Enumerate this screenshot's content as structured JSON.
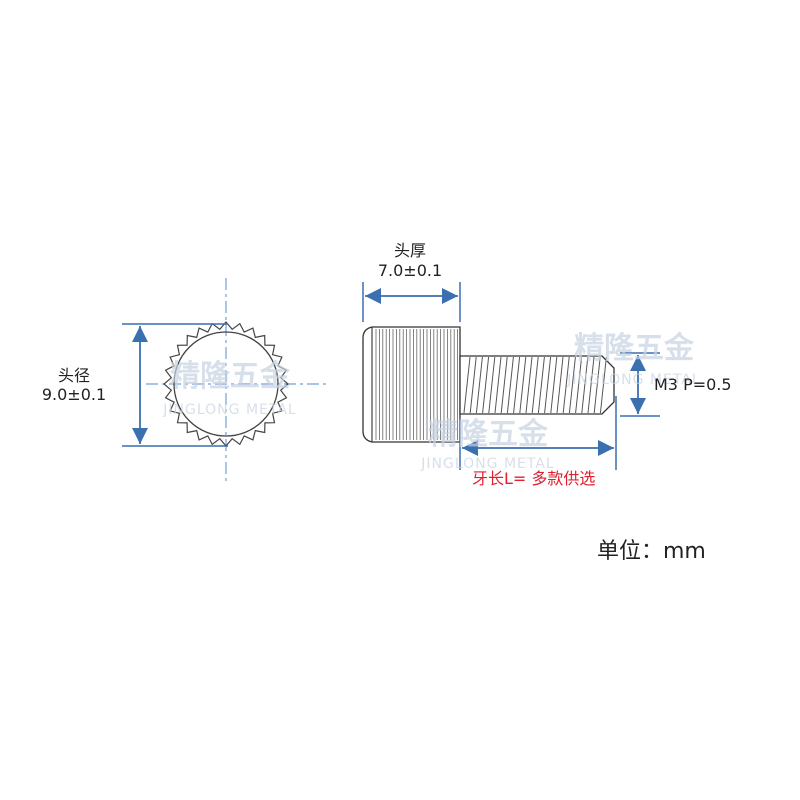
{
  "labels": {
    "head_diameter_title": "头径",
    "head_diameter_value": "9.0±0.1",
    "head_thickness_title": "头厚",
    "head_thickness_value": "7.0±0.1",
    "thread_spec": "M3  P=0.5",
    "thread_length": "牙长L= 多款供选",
    "unit": "单位：mm"
  },
  "watermark": {
    "brand_cn": "精隆五金",
    "brand_en": "JINGLONG METAL"
  },
  "colors": {
    "dimension": "#3a6fb0",
    "centerline": "#6fa0d8",
    "outline": "#333333",
    "note_red": "#e02030",
    "watermark": "#c7d3e2"
  },
  "icons": {
    "front_view": "knurled-circle-icon",
    "side_view": "thumb-screw-icon"
  }
}
